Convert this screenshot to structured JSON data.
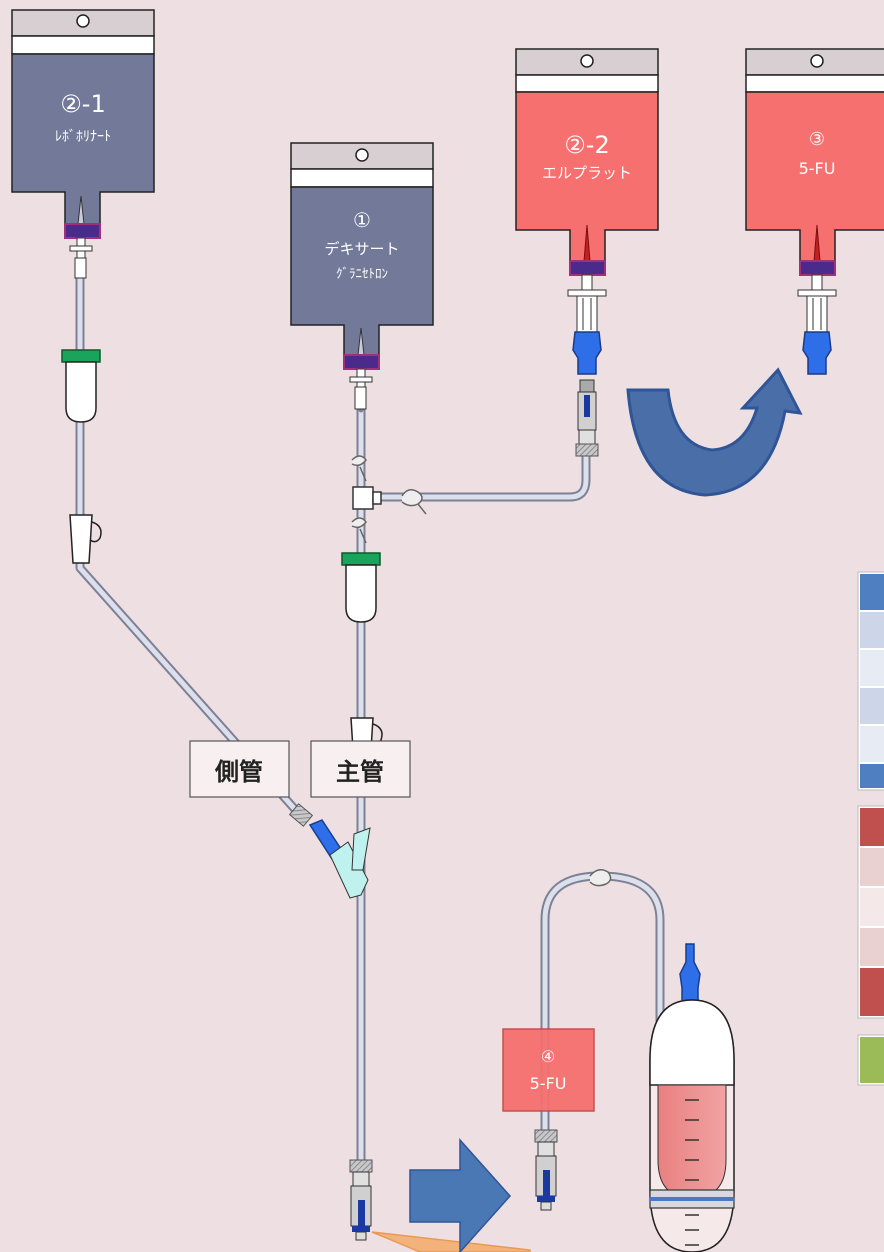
{
  "bags": {
    "bag_2_1": {
      "number": "②-1",
      "name": "ﾚﾎﾞﾎﾘﾅｰﾄ"
    },
    "bag_1": {
      "number": "①",
      "name_line1": "デキサート",
      "name_line2": "ｸﾞﾗﾆｾﾄﾛﾝ"
    },
    "bag_2_2": {
      "number": "②-2",
      "name": "エルプラット"
    },
    "bag_3": {
      "number": "③",
      "name": "5-FU"
    },
    "box_4": {
      "number": "④",
      "name": "5-FU"
    }
  },
  "line_labels": {
    "side": "側管",
    "main": "主管"
  },
  "colors": {
    "background": "#eee0e2",
    "bag_gray": "#737a99",
    "bag_red": "#f5706f",
    "arrow_blue": "#4a78b5",
    "connector_blue": "#2e6ee8",
    "clamp_green": "#1aa35a",
    "callout_orange": "#f3b27a"
  }
}
